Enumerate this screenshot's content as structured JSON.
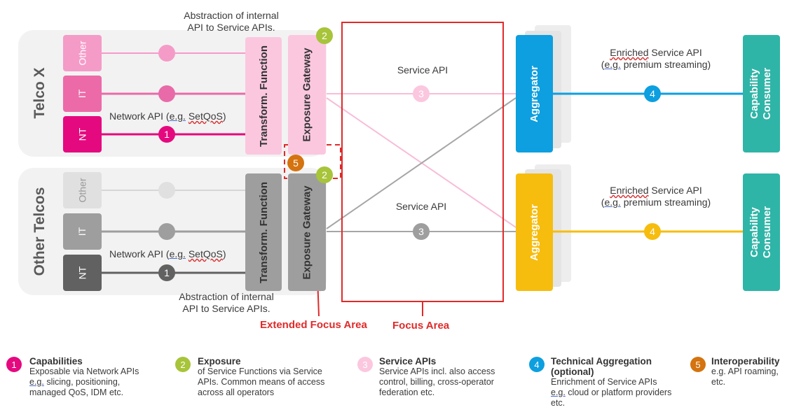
{
  "colors": {
    "magenta": "#e5097f",
    "pink": "#f59bc8",
    "pink_light": "#fbc7df",
    "pink_line": "#f4a6cb",
    "grey_dark": "#616161",
    "grey_mid": "#9e9e9e",
    "grey_light": "#e0e0e0",
    "green": "#a7c43a",
    "orange": "#d4730f",
    "blue": "#0d9fdf",
    "yellow": "#f6bd0f",
    "teal": "#2fb5a7",
    "red": "#e02a2a"
  },
  "telco_x": {
    "title": "Telco X",
    "layers": {
      "other": "Other",
      "it": "IT",
      "nt": "NT"
    },
    "network_api_prefix": "Network API (",
    "network_api_eg": "e.g.",
    "network_api_example": "SetQoS",
    "network_api_suffix": ")",
    "transform_label": "Transform. Function",
    "gateway_label": "Exposure Gateway",
    "abstraction_caption_1": "Abstraction of internal",
    "abstraction_caption_2": "API to Service APIs.",
    "service_api_label": "Service API",
    "aggregator_label": "Aggregator",
    "enriched_title_prefix": "Enriched",
    "enriched_title_rest": "Service API",
    "enriched_eg": "e.g.",
    "enriched_example": "premium streaming)",
    "enriched_open": "(",
    "consumer_line1": "Capability",
    "consumer_line2": "Consumer"
  },
  "other_telcos": {
    "title": "Other Telcos",
    "layers": {
      "other": "Other",
      "it": "IT",
      "nt": "NT"
    },
    "network_api_prefix": "Network API (",
    "network_api_eg": "e.g.",
    "network_api_example": "SetQoS",
    "network_api_suffix": ")",
    "transform_label": "Transform. Function",
    "gateway_label": "Exposure Gateway",
    "abstraction_caption_1": "Abstraction of internal",
    "abstraction_caption_2": "API to Service APIs.",
    "service_api_label": "Service API",
    "aggregator_label": "Aggregator",
    "enriched_title_prefix": "Enriched",
    "enriched_title_rest": "Service API",
    "enriched_eg": "e.g.",
    "enriched_example": "premium streaming)",
    "enriched_open": "(",
    "consumer_line1": "Capability",
    "consumer_line2": "Consumer"
  },
  "badges": {
    "one": "1",
    "two": "2",
    "three": "3",
    "four": "4",
    "five": "5"
  },
  "focus": {
    "extended_label": "Extended Focus Area",
    "focus_label": "Focus Area"
  },
  "legend": [
    {
      "number": "1",
      "title": "Capabilities",
      "line1": "Exposable via Network APIs",
      "eg": "e.g.",
      "line2": "slicing, positioning,",
      "line3": "managed  QoS, IDM etc."
    },
    {
      "number": "2",
      "title": "Exposure",
      "line1": "of Service Functions via Service",
      "line2": "APIs.  Common means of access",
      "line3": "across all operators"
    },
    {
      "number": "3",
      "title": "Service APIs",
      "line1": "Service APIs incl. also access",
      "line2": "control, billing, cross-operator",
      "line3": "federation etc."
    },
    {
      "number": "4",
      "title": "Technical Aggregation",
      "title2": "(optional)",
      "line1": "Enrichment of Service APIs",
      "eg": "e.g.",
      "line2": "cloud or platform providers",
      "line3": "etc."
    },
    {
      "number": "5",
      "title": "Interoperability",
      "line1": "e.g.  API roaming,",
      "line2": "etc."
    }
  ]
}
